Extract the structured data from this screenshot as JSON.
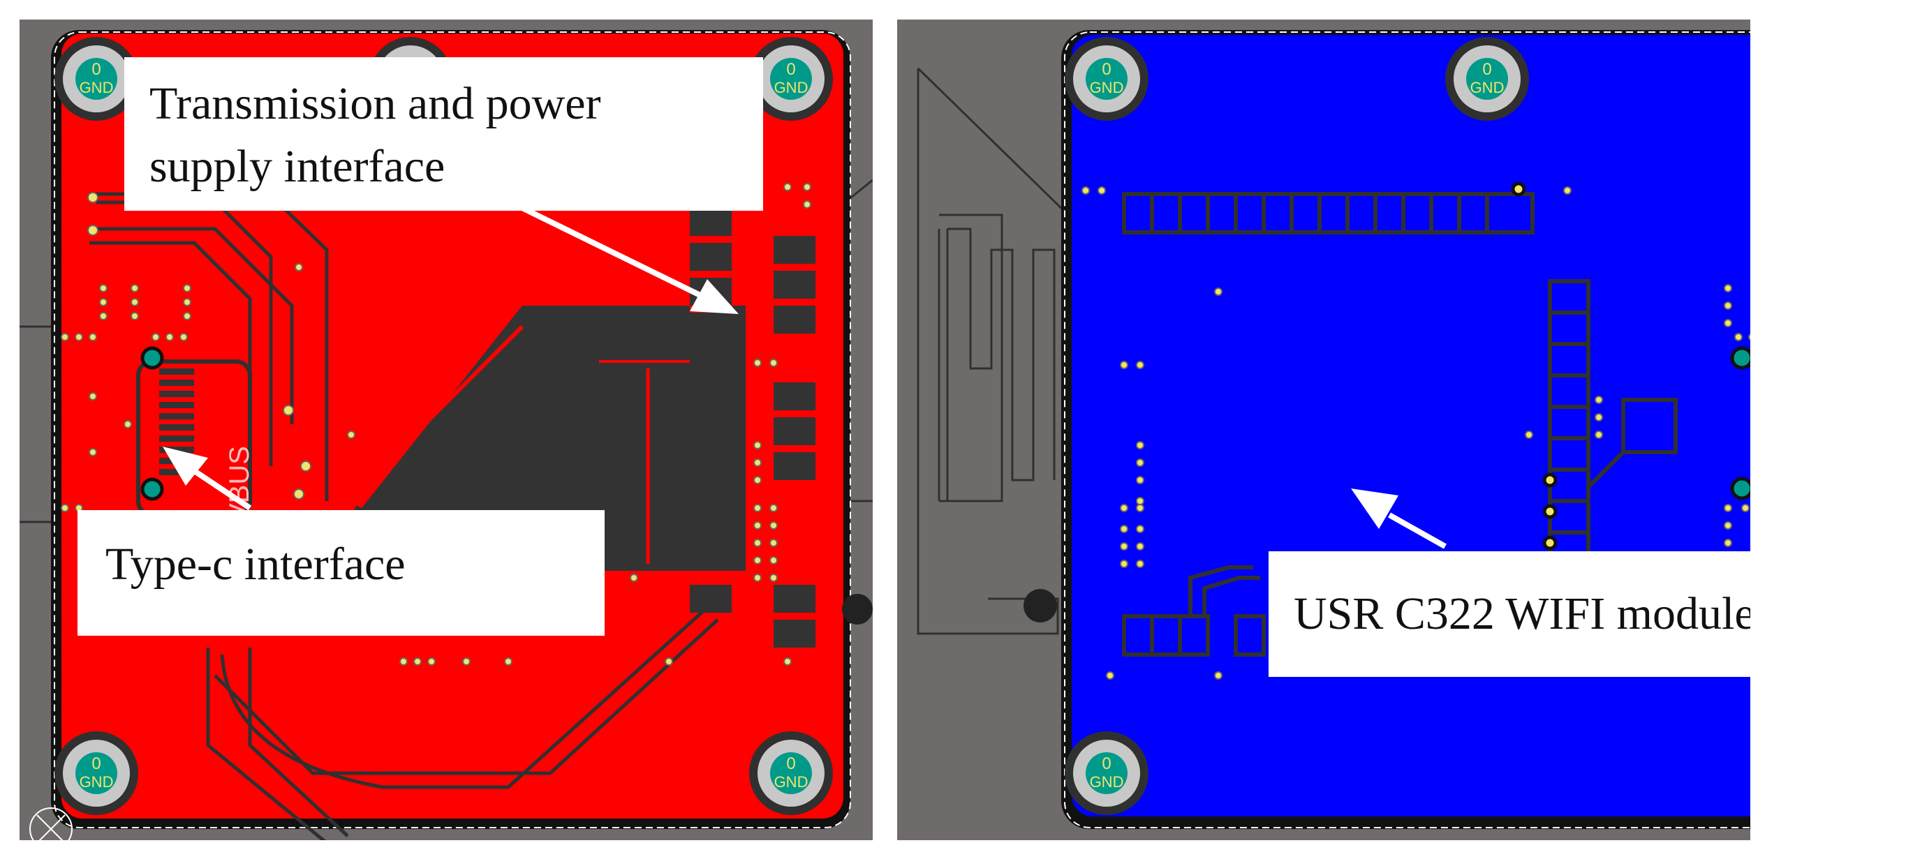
{
  "panels": [
    {
      "id": "top-layer",
      "board_color": "#ff0000",
      "labels": {
        "transmission": [
          "Transmission and power",
          "supply interface"
        ],
        "typec": "Type-c interface",
        "silk": "VBUS"
      }
    },
    {
      "id": "bottom-layer",
      "board_color": "#0000ff",
      "labels": {
        "wifi": "USR C322 WIFI module"
      }
    }
  ],
  "mounting_hole": {
    "top": "0",
    "bottom": "GND"
  },
  "colors": {
    "background": "#706b6b",
    "trace": "#303030",
    "pad_ring": "#c8c8c8",
    "pad_center": "#009a8a",
    "pad_text": "#f2e36b",
    "callout_bg": "#ffffff",
    "arrow": "#ffffff"
  }
}
